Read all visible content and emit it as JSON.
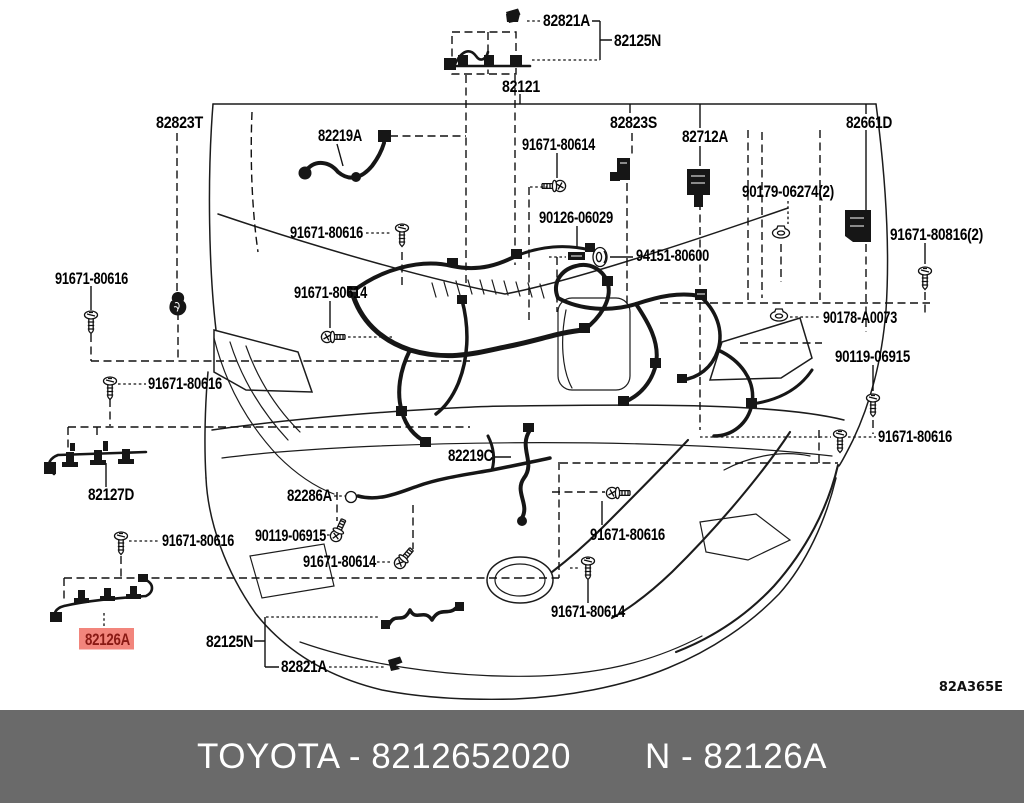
{
  "diagram": {
    "drawing_code": "82A365E",
    "highlight": {
      "part": "82126A",
      "bg": "#f2857c",
      "text_color": "#8a1a14"
    },
    "labels": [
      {
        "text": "82821A"
      },
      {
        "text": "82125N"
      },
      {
        "text": "82121"
      },
      {
        "text": "82823T"
      },
      {
        "text": "82219A"
      },
      {
        "text": "91671-80614"
      },
      {
        "text": "82823S"
      },
      {
        "text": "82712A"
      },
      {
        "text": "82661D"
      },
      {
        "text": "90179-06274(2)"
      },
      {
        "text": "91671-80816(2)"
      },
      {
        "text": "90126-06029"
      },
      {
        "text": "94151-80600"
      },
      {
        "text": "91671-80616"
      },
      {
        "text": "91671-80614"
      },
      {
        "text": "91671-80616"
      },
      {
        "text": "90178-A0073"
      },
      {
        "text": "90119-06915"
      },
      {
        "text": "91671-80616"
      },
      {
        "text": "91671-80616"
      },
      {
        "text": "82219C"
      },
      {
        "text": "82127D"
      },
      {
        "text": "82286A"
      },
      {
        "text": "90119-06915"
      },
      {
        "text": "91671-80616"
      },
      {
        "text": "91671-80614"
      },
      {
        "text": "91671-80616"
      },
      {
        "text": "91671-80614"
      },
      {
        "text": "82126A"
      },
      {
        "text": "82125N"
      },
      {
        "text": "82821A"
      }
    ]
  },
  "footer": {
    "left": "TOYOTA - 8212652020",
    "right": "N - 82126A",
    "bg": "#6a6a6a",
    "text_color": "#ffffff"
  },
  "colors": {
    "line": "#111111",
    "background": "#ffffff"
  }
}
